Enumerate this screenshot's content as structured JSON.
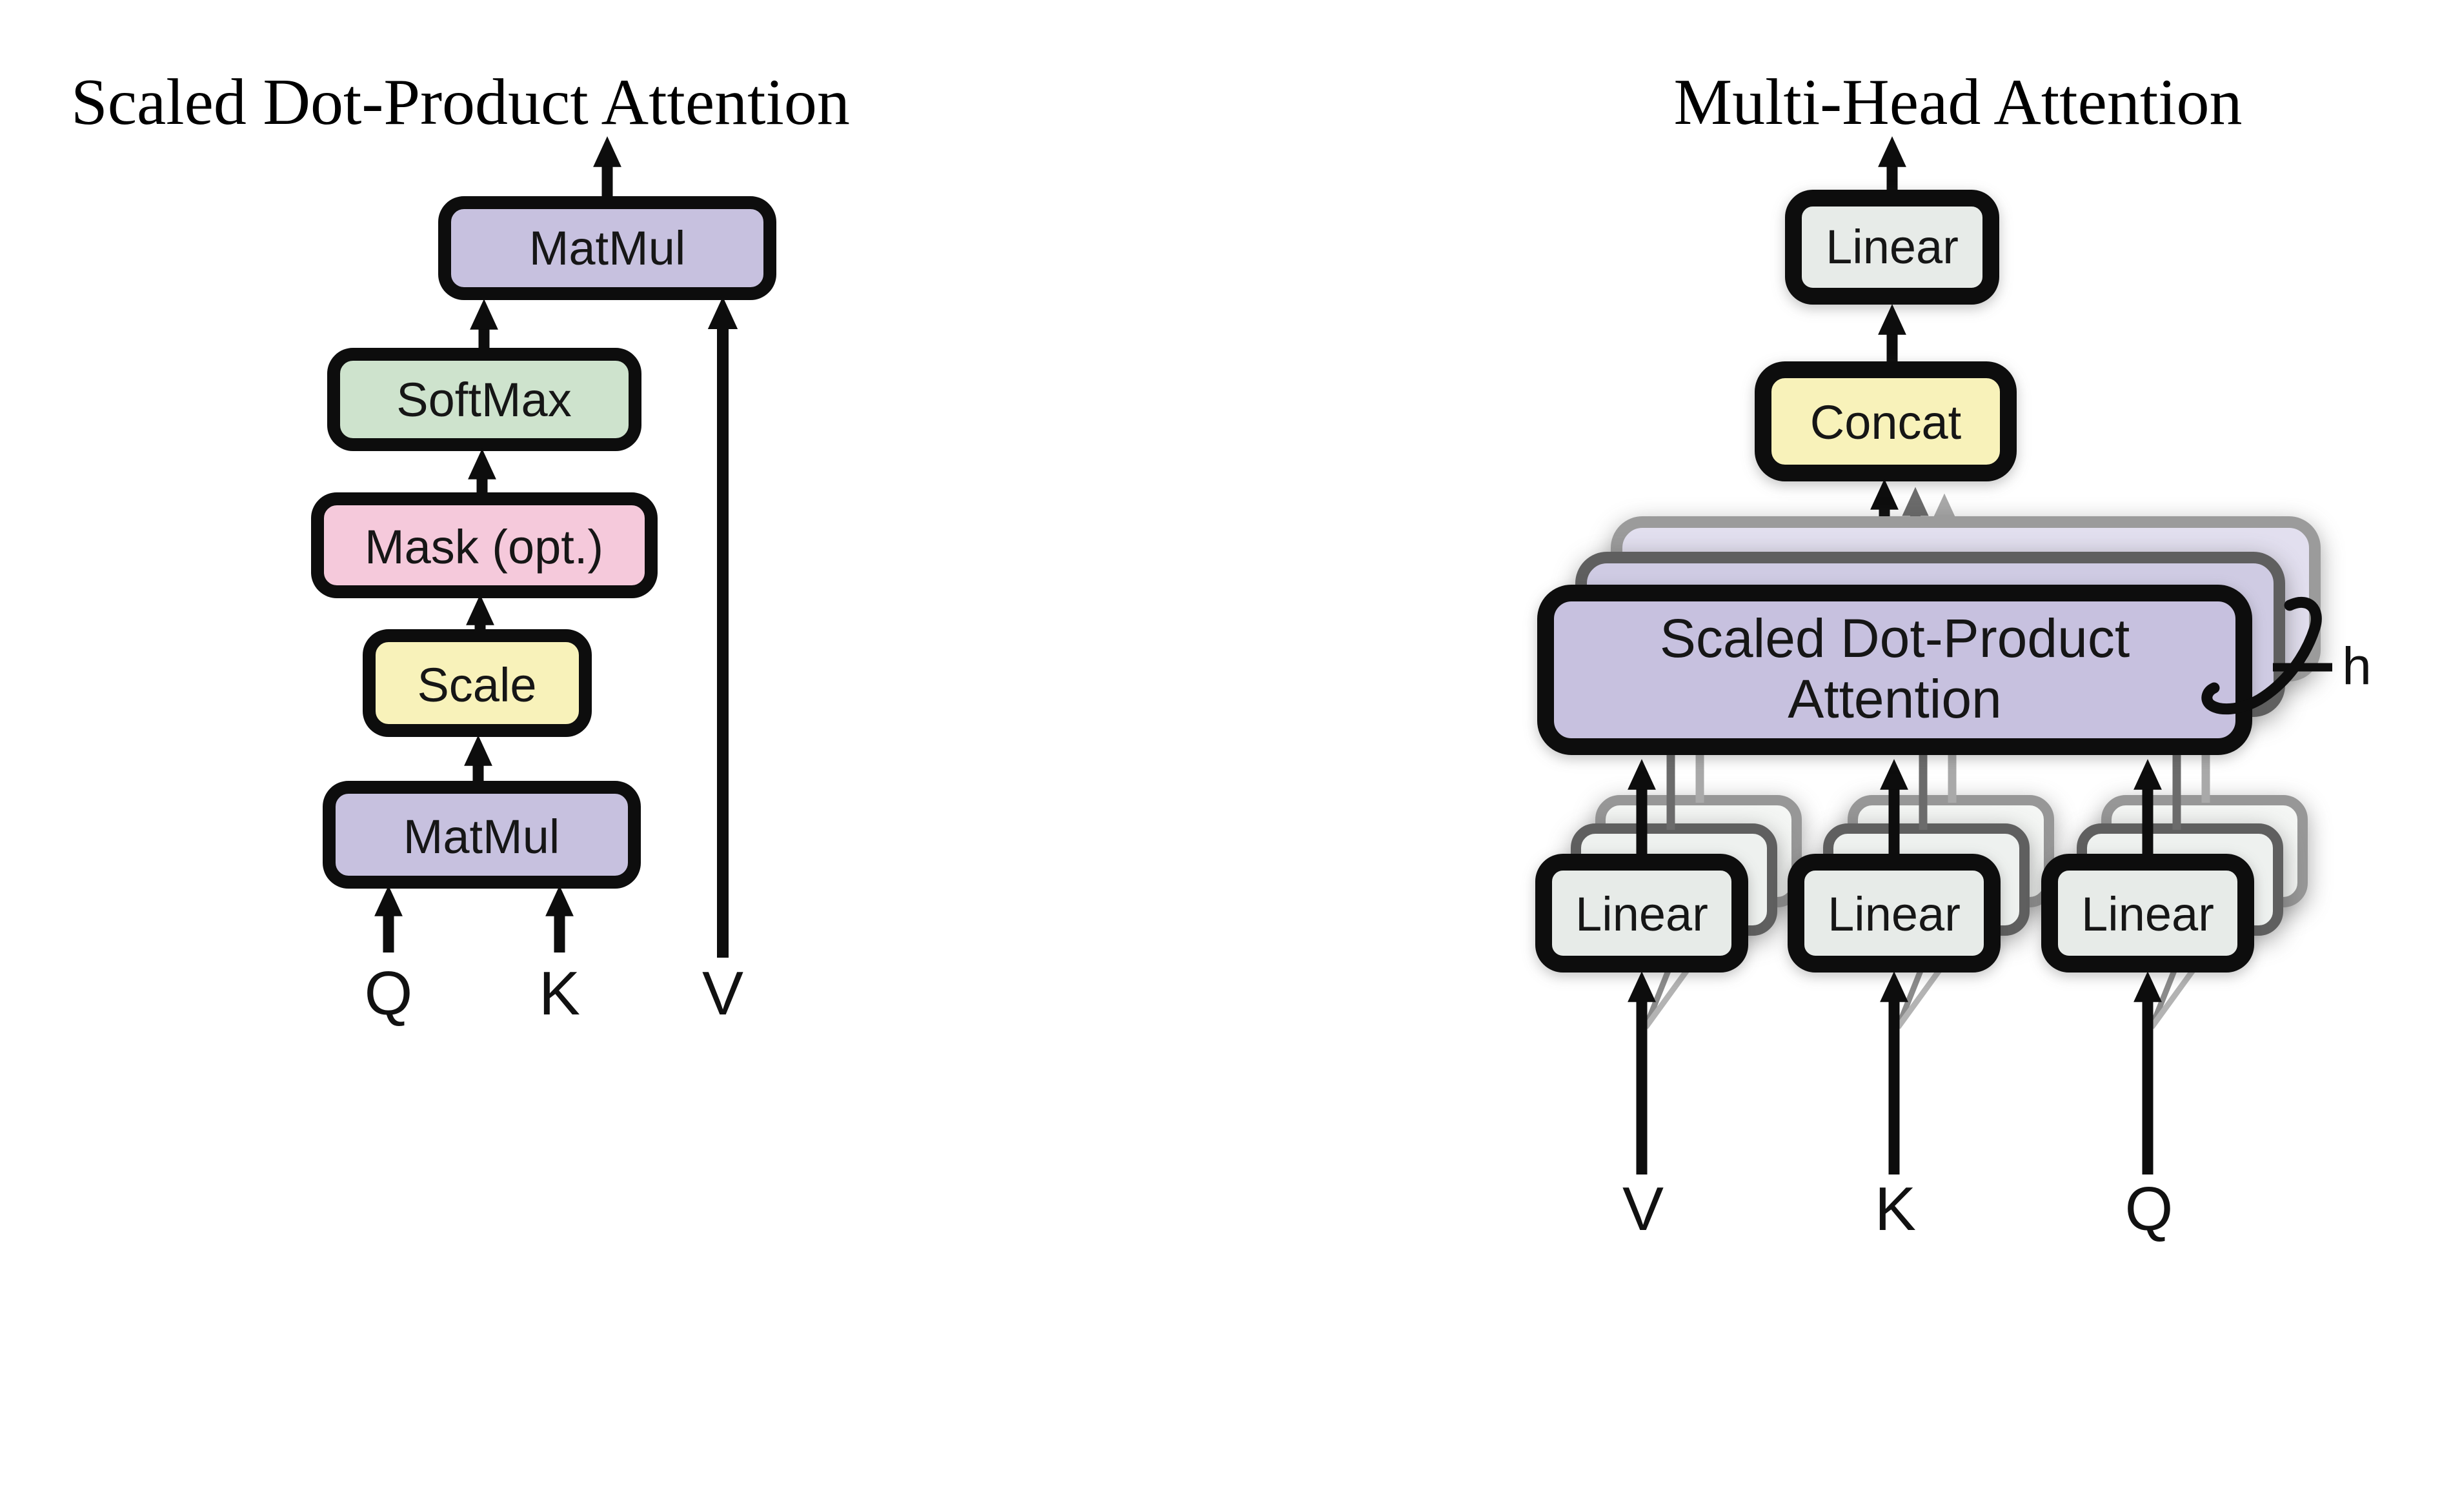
{
  "figure": {
    "left": {
      "title": "Scaled Dot-Product Attention",
      "boxes": {
        "matmul_top": "MatMul",
        "softmax": "SoftMax",
        "mask": "Mask (opt.)",
        "scale": "Scale",
        "matmul_bottom": "MatMul"
      },
      "inputs": {
        "q": "Q",
        "k": "K",
        "v": "V"
      }
    },
    "right": {
      "title": "Multi-Head Attention",
      "boxes": {
        "linear_out": "Linear",
        "concat": "Concat",
        "sdpa_line1": "Scaled Dot-Product",
        "sdpa_line2": "Attention",
        "linear_v": "Linear",
        "linear_k": "Linear",
        "linear_q": "Linear"
      },
      "heads_label": "h",
      "inputs": {
        "v": "V",
        "k": "K",
        "q": "Q"
      }
    },
    "colors": {
      "purple": "#c7c1df",
      "purple_stack2": "#cfcbe3",
      "purple_stack3": "#e2dfef",
      "green": "#cee3cd",
      "pink": "#f5c9db",
      "yellow": "#f8f2ba",
      "box_gray": "#e7ebe8",
      "stack_gray2": "#eef1ef",
      "stack_gray3": "#f4f6f4",
      "border_black": "#0d0d0d",
      "border_gray": "#5f5f5f",
      "border_lightgray": "#9b9b9b",
      "arrow_black": "#0d0d0d",
      "arrow_gray": "#6b6b6b",
      "arrow_lightgray": "#a9a9a9"
    }
  }
}
